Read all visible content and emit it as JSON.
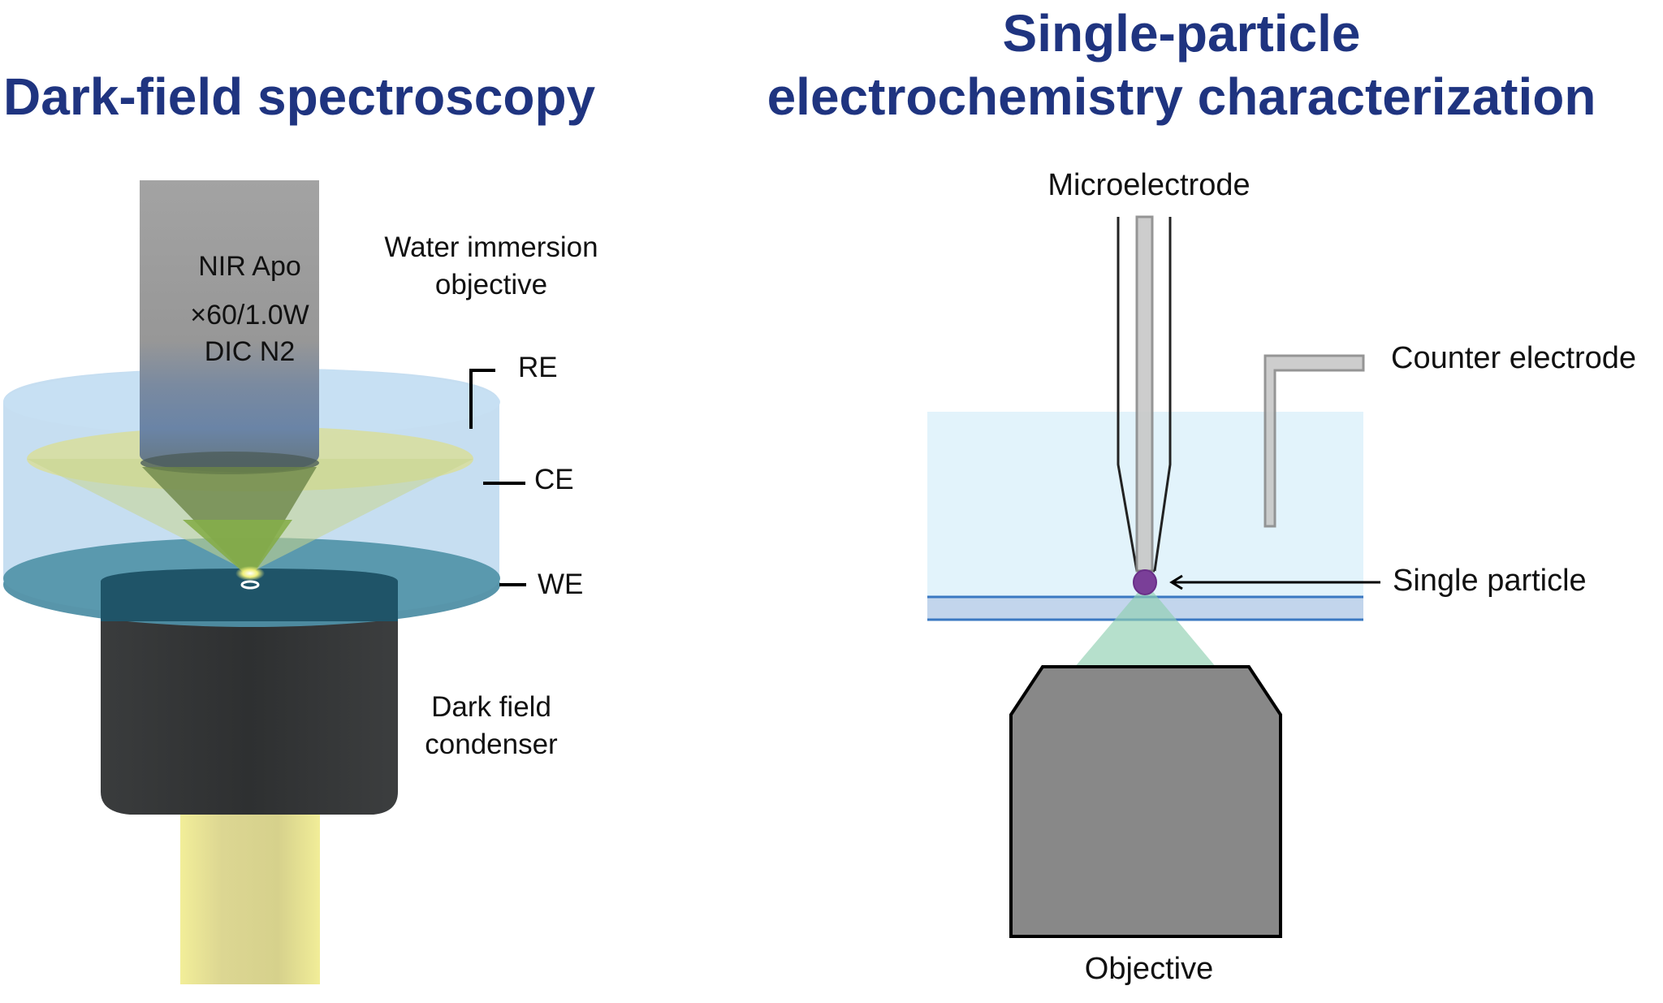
{
  "left_panel": {
    "title": "Dark-field spectroscopy",
    "objective_engraving": [
      "NIR Apo",
      "×60/1.0W",
      "DIC N2"
    ],
    "labels": {
      "objective_line1": "Water immersion",
      "objective_line2": "objective",
      "re": "RE",
      "ce": "CE",
      "we": "WE",
      "condenser_line1": "Dark field",
      "condenser_line2": "condenser"
    }
  },
  "right_panel": {
    "title_line1": "Single-particle",
    "title_line2": "electrochemistry characterization",
    "labels": {
      "microelectrode": "Microelectrode",
      "counter_electrode": "Counter electrode",
      "single_particle": "Single particle",
      "objective": "Objective"
    }
  },
  "colors": {
    "title": "#1f3480",
    "water": "#e2f3fb",
    "electrode_glass": "#c8c8c8",
    "particle": "#7a3f98",
    "light_cone": "#b2dfc5",
    "substrate_line": "#3a78c2",
    "objective_fill": "#888888"
  }
}
